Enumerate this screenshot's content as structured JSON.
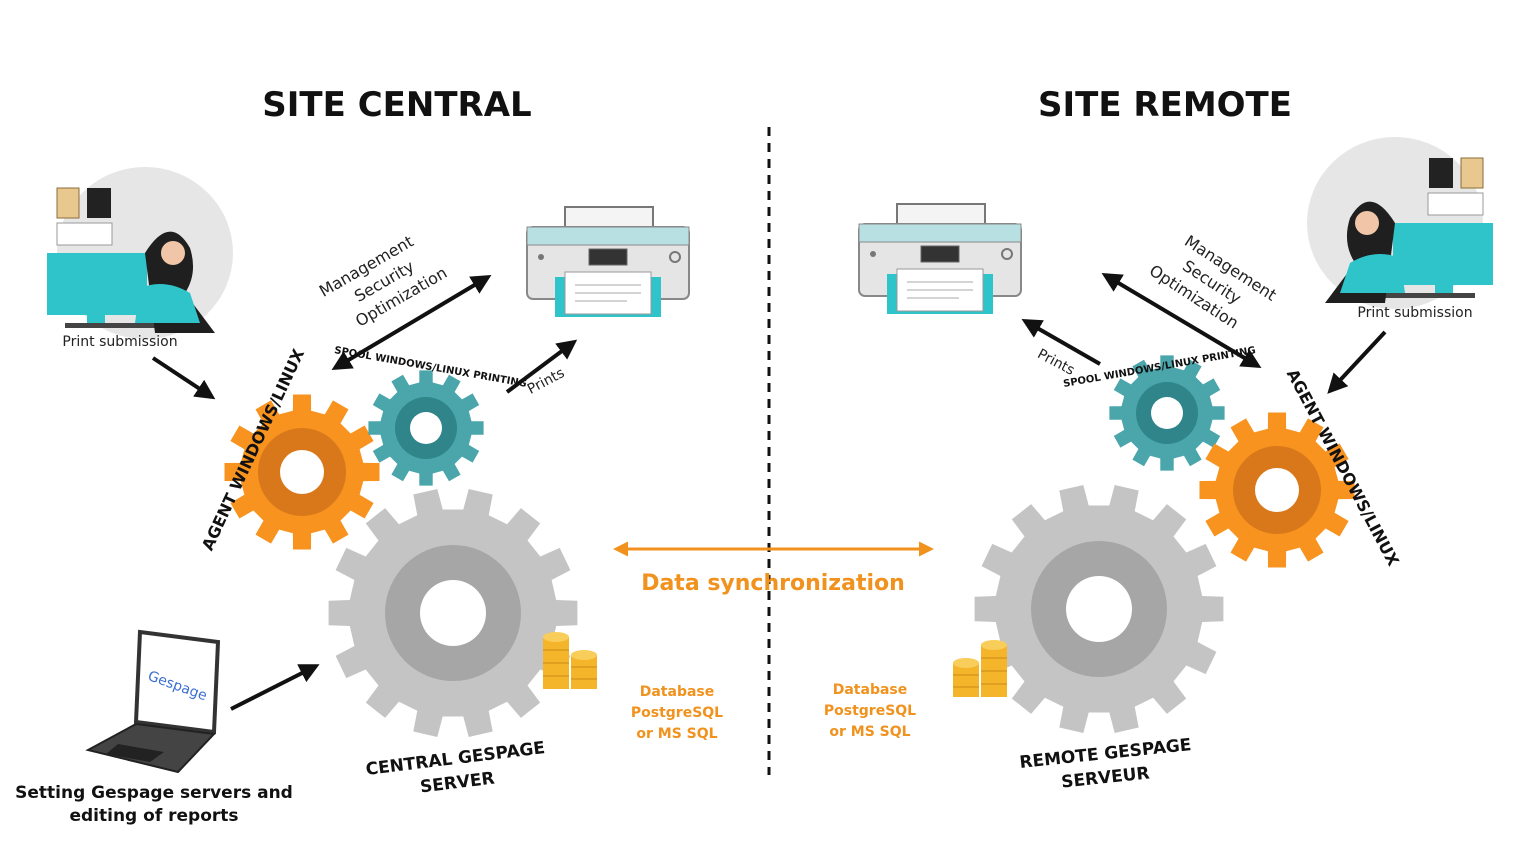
{
  "sites": {
    "central": {
      "title": "SITE CENTRAL"
    },
    "remote": {
      "title": "SITE REMOTE"
    }
  },
  "labels": {
    "print_submission": "Print submission",
    "management": "Management",
    "security": "Security",
    "optimization": "Optimization",
    "prints": "Prints",
    "agent": "AGENT WINDOWS/LINUX",
    "spool": "SPOOL WINDOWS/LINUX PRINTING",
    "central_server_line1": "CENTRAL GESPAGE",
    "central_server_line2": "SERVER",
    "remote_server_line1": "REMOTE GESPAGE",
    "remote_server_line2": "SERVEUR",
    "data_sync": "Data synchronization",
    "db_line1": "Database",
    "db_line2": "PostgreSQL",
    "db_line3": "or MS SQL",
    "setting_line1": "Setting Gespage servers and",
    "setting_line2": "editing of reports",
    "laptop_brand": "Gespage"
  },
  "colors": {
    "orange": "#f7931e",
    "orange_dark": "#d9781a",
    "teal": "#4aa6ab",
    "teal_dark": "#2f858a",
    "grey": "#c4c4c4",
    "grey_dark": "#a6a6a6",
    "screen_teal": "#2ec4c9",
    "sync_orange": "#f0921d",
    "coin": "#f5b52a"
  },
  "icons": [
    "gear-icon",
    "printer-icon",
    "user-at-desk-icon",
    "laptop-icon",
    "database-coins-icon",
    "arrow-icon"
  ]
}
